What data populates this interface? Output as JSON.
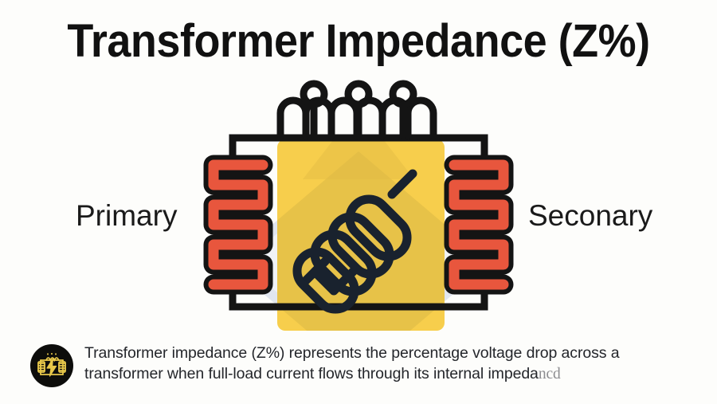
{
  "page": {
    "title": "Transformer Impedance (Z%)",
    "background_color": "#fdfdfb"
  },
  "diagram": {
    "name": "transformer-impedance-diagram",
    "labels": {
      "primary": "Primary",
      "secondary": "Seconary"
    },
    "colors": {
      "core_yellow": "#f7ce4c",
      "core_shadow": "#dcbc52",
      "coil_red": "#e8563d",
      "outline_black": "#141414",
      "inductor_navy": "#19222e",
      "watermark_blue": "#cfd8e6"
    },
    "parts": [
      {
        "name": "magnetic-core",
        "shape": "rounded-rectangle",
        "color": "#f7ce4c"
      },
      {
        "name": "circuit-frame",
        "shape": "rectangle-outline",
        "color": "#141414"
      },
      {
        "name": "primary-winding-coil",
        "shape": "serpentine-coil",
        "color": "#e8563d"
      },
      {
        "name": "secondary-winding-coil",
        "shape": "serpentine-coil",
        "color": "#e8563d"
      },
      {
        "name": "top-winding-loops",
        "shape": "arc-loops",
        "color": "#141414"
      },
      {
        "name": "impedance-inductor-symbol",
        "shape": "diagonal-coil",
        "color": "#19222e"
      },
      {
        "name": "background-watermark-diamond",
        "shape": "diamond",
        "color": "#cfd8e6"
      }
    ]
  },
  "caption": {
    "icon_name": "transformer-bolt-badge-icon",
    "icon_colors": {
      "background": "#0d0d0b",
      "foreground": "#e8c84a"
    },
    "text_main": "Transformer impedance (Z%) represents the percentage voltage drop across a transformer when full-load current flows through its internal impeda",
    "text_tail": "ncd"
  }
}
